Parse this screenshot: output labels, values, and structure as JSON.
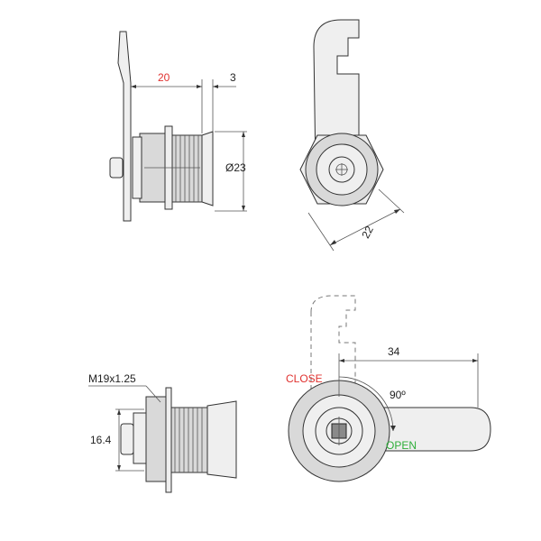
{
  "labels": {
    "dim_20": "20",
    "dim_3": "3",
    "dim_23": "Ø23",
    "dim_22": "22",
    "dim_34": "34",
    "thread": "M19x1.25",
    "dim_16_4": "16.4",
    "angle": "90º",
    "close": "CLOSE",
    "open": "OPEN"
  },
  "colors": {
    "accent_red": "#e0312f",
    "open_green": "#2fae3a",
    "line": "#333333"
  }
}
